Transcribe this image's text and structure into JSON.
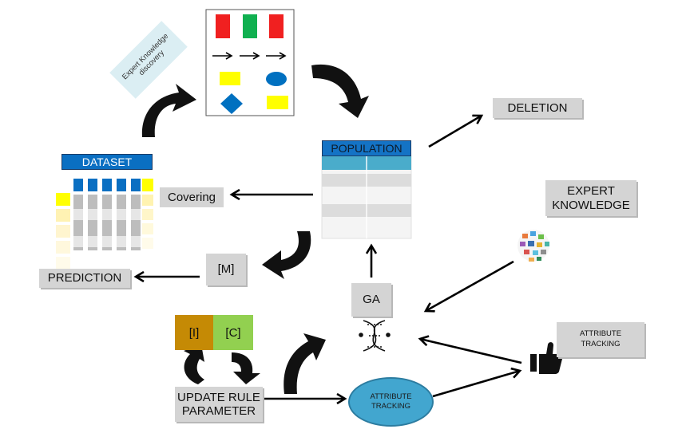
{
  "diagram": {
    "expert_knowledge_discovery": "Expert Knowledge discovery",
    "dataset": "DATASET",
    "population": "POPULATION",
    "deletion": "DELETION",
    "covering": "Covering",
    "expert_knowledge": "EXPERT KNOWLEDGE",
    "match_set": "[M]",
    "prediction": "PREDICTION",
    "ga": "GA",
    "incorrect_set": "[I]",
    "correct_set": "[C]",
    "update_rule_parameter": "UPDATE RULE PARAMETER",
    "attribute_tracking_ellipse": "ATTRIBUTE TRACKING",
    "attribute_tracking_box": "ATTRIBUTE TRACKING"
  },
  "icons": {
    "rule_shapes_panel": "colored-shapes-panel-icon",
    "dna": "dna-icon",
    "knowledge_cloud": "knowledge-cloud-icon",
    "thumbs_up": "thumbs-up-icon",
    "curved_arrow": "curved-arrow-icon"
  },
  "colors": {
    "red": "#f02020",
    "green": "#10b050",
    "yellow": "#ffff00",
    "blue": "#0070c0",
    "dataset_blue": "#0a6fc2",
    "table_header": "#4aaccb",
    "gray_box": "#d4d4d4",
    "ellipse": "#42a6cf",
    "incorrect_set": "#c58a05",
    "correct_set": "#92d050",
    "discovery_box": "#dbeef3"
  }
}
